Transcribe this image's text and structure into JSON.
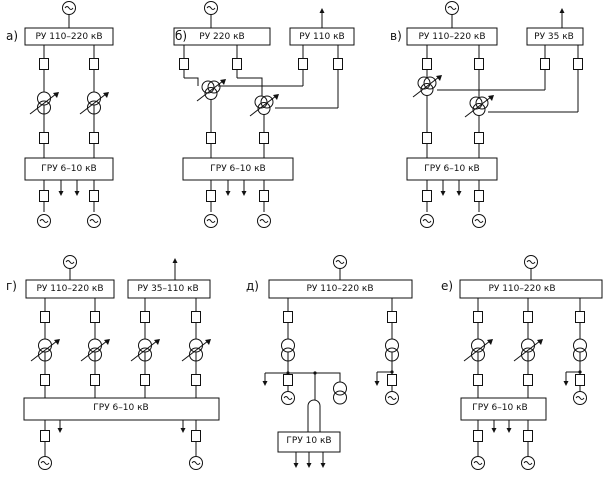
{
  "panels": [
    {
      "tag": "а)",
      "buses": [
        {
          "label": "РУ 110–220 кВ"
        },
        {
          "label": "ГРУ 6–10 кВ"
        }
      ]
    },
    {
      "tag": "б)",
      "buses": [
        {
          "label": "РУ 220 кВ"
        },
        {
          "label": "РУ 110 кВ"
        },
        {
          "label": "ГРУ 6–10 кВ"
        }
      ]
    },
    {
      "tag": "в)",
      "buses": [
        {
          "label": "РУ 110–220 кВ"
        },
        {
          "label": "РУ 35 кВ"
        },
        {
          "label": "ГРУ 6–10 кВ"
        }
      ]
    },
    {
      "tag": "г)",
      "buses": [
        {
          "label": "РУ 110–220 кВ"
        },
        {
          "label": "РУ 35–110 кВ"
        },
        {
          "label": "ГРУ 6–10 кВ"
        }
      ]
    },
    {
      "tag": "д)",
      "buses": [
        {
          "label": "РУ 110–220 кВ"
        },
        {
          "label": "ГРУ 10 кВ"
        }
      ]
    },
    {
      "tag": "е)",
      "buses": [
        {
          "label": "РУ 110–220 кВ"
        },
        {
          "label": "ГРУ 6–10 кВ"
        }
      ]
    }
  ]
}
